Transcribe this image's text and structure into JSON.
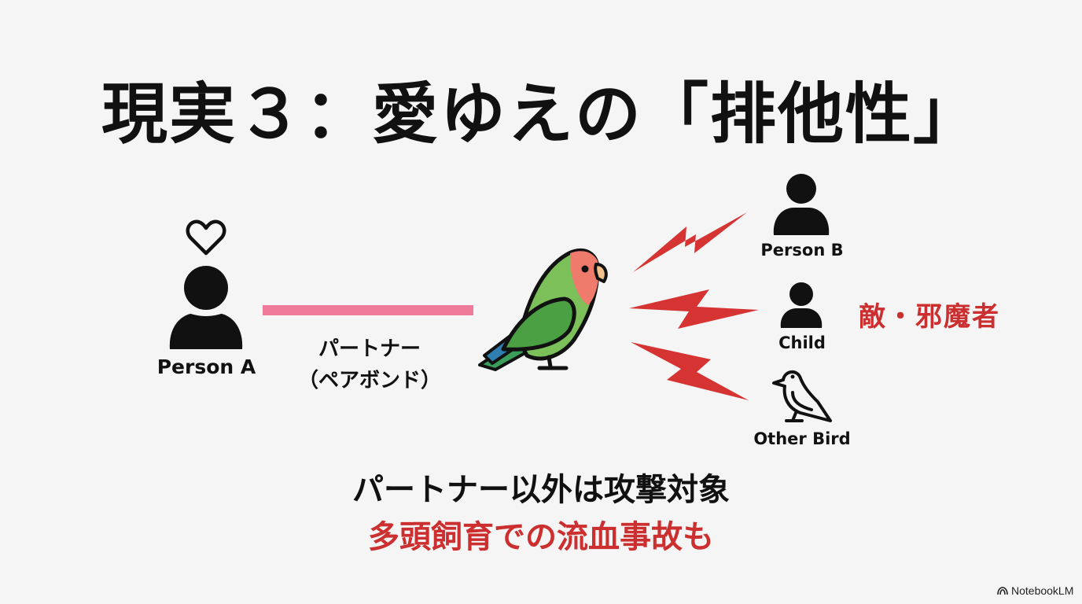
{
  "title": "現実３：愛ゆえの「排他性」",
  "left": {
    "person_label": "Person A",
    "icon_above": "heart-outline-icon"
  },
  "bond": {
    "line_color": "#f07a9a",
    "label_line1": "パートナー",
    "label_line2": "（ペアボンド）"
  },
  "center": {
    "icon": "lovebird-icon"
  },
  "targets": [
    {
      "label": "Person B",
      "icon": "person-icon"
    },
    {
      "label": "Child",
      "icon": "child-icon"
    },
    {
      "label": "Other Bird",
      "icon": "bird-outline-icon"
    }
  ],
  "attack_icon": "lightning-bolt-icon",
  "attack_color": "#d63333",
  "enemy_label": "敵・邪魔者",
  "bottom": {
    "line1": "パートナー以外は攻撃対象",
    "line2": "多頭飼育での流血事故も"
  },
  "accent_red": "#cc2f2f",
  "brand": "NotebookLM"
}
